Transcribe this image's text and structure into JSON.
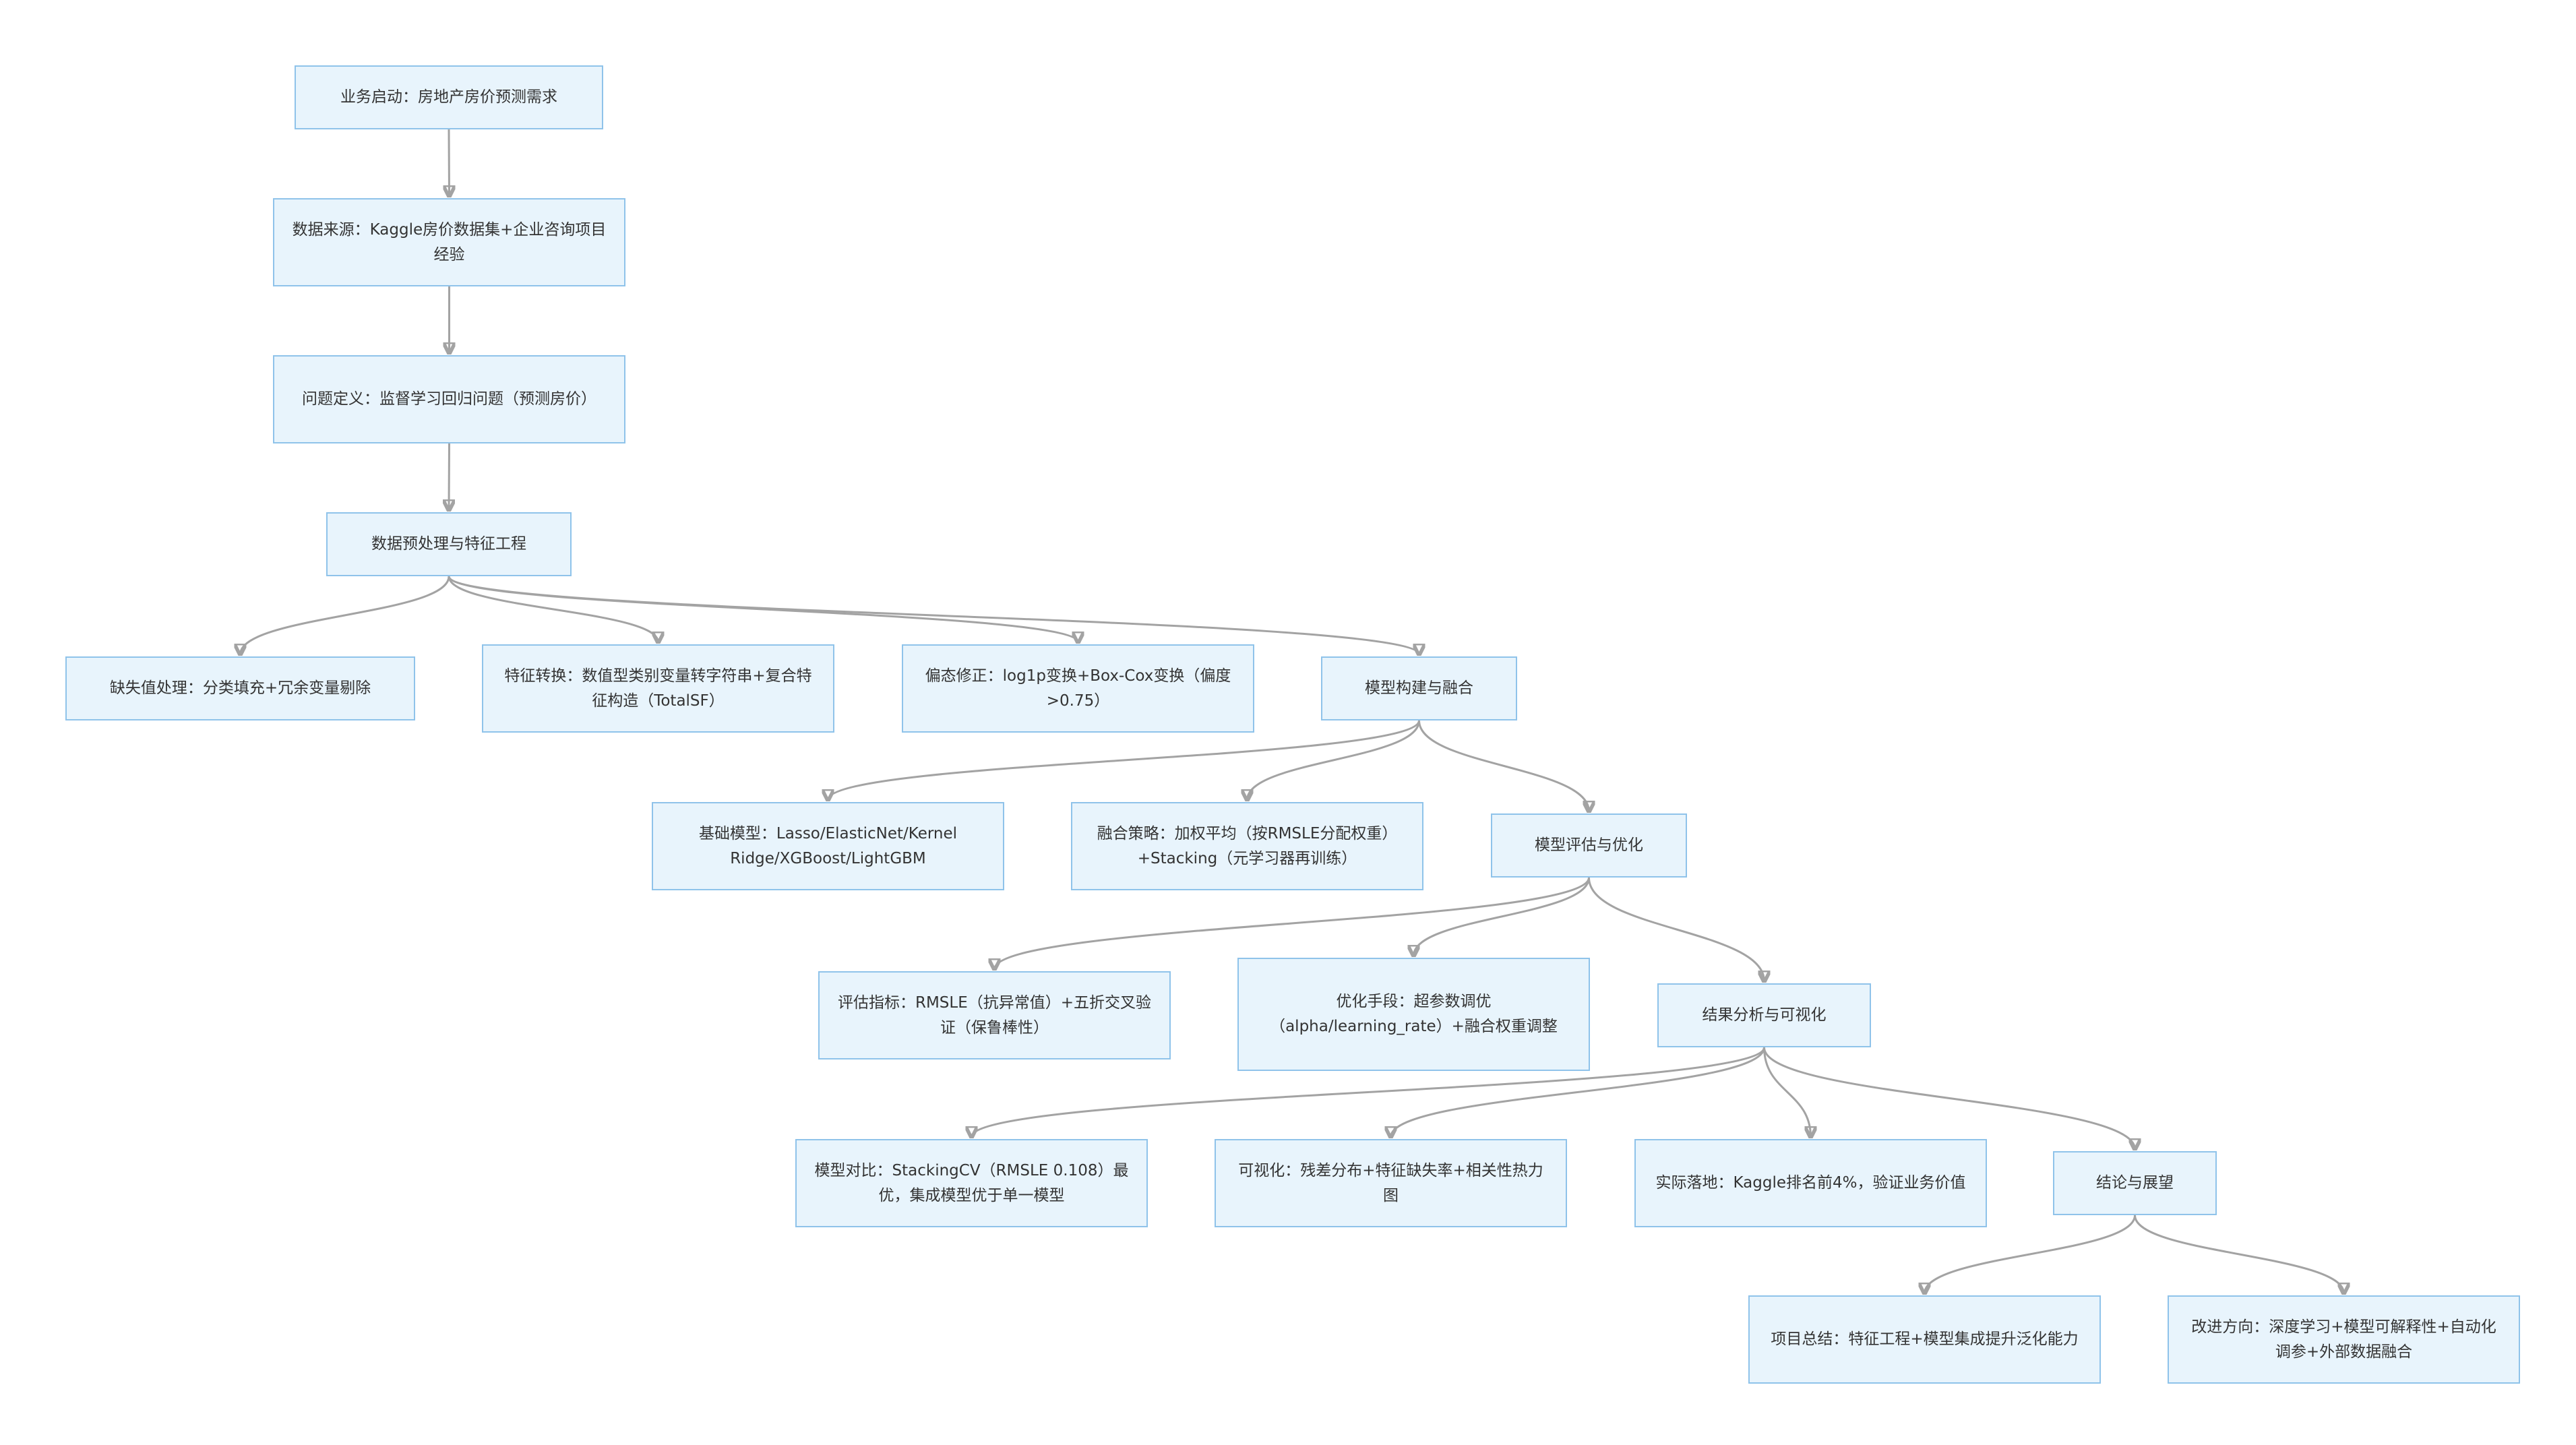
{
  "nodes": [
    {
      "id": "n1",
      "label": "业务启动：房地产房价预测需求"
    },
    {
      "id": "n2",
      "label": "数据来源：Kaggle房价数据集+企业咨询项目经验"
    },
    {
      "id": "n3",
      "label": "问题定义：监督学习回归问题（预测房价）"
    },
    {
      "id": "n4",
      "label": "数据预处理与特征工程"
    },
    {
      "id": "n5",
      "label": "缺失值处理：分类填充+冗余变量剔除"
    },
    {
      "id": "n6",
      "label": "特征转换：数值型类别变量转字符串+复合特征构造（TotalSF）"
    },
    {
      "id": "n7",
      "label": "偏态修正：log1p变换+Box-Cox变换（偏度>0.75）"
    },
    {
      "id": "n8",
      "label": "模型构建与融合"
    },
    {
      "id": "n9",
      "label": "基础模型：Lasso/ElasticNet/Kernel Ridge/XGBoost/LightGBM"
    },
    {
      "id": "n10",
      "label": "融合策略：加权平均（按RMSLE分配权重）+Stacking（元学习器再训练）"
    },
    {
      "id": "n11",
      "label": "模型评估与优化"
    },
    {
      "id": "n12",
      "label": "评估指标：RMSLE（抗异常值）+五折交叉验证（保鲁棒性）"
    },
    {
      "id": "n13",
      "label": "优化手段：超参数调优（alpha/learning_rate）+融合权重调整"
    },
    {
      "id": "n14",
      "label": "结果分析与可视化"
    },
    {
      "id": "n15",
      "label": "模型对比：StackingCV（RMSLE 0.108）最优，集成模型优于单一模型"
    },
    {
      "id": "n16",
      "label": "可视化：残差分布+特征缺失率+相关性热力图"
    },
    {
      "id": "n17",
      "label": "实际落地：Kaggle排名前4%，验证业务价值"
    },
    {
      "id": "n18",
      "label": "结论与展望"
    },
    {
      "id": "n19",
      "label": "项目总结：特征工程+模型集成提升泛化能力"
    },
    {
      "id": "n20",
      "label": "改进方向：深度学习+模型可解释性+自动化调参+外部数据融合"
    }
  ],
  "edges": [
    [
      "n1",
      "n2"
    ],
    [
      "n2",
      "n3"
    ],
    [
      "n3",
      "n4"
    ],
    [
      "n4",
      "n5"
    ],
    [
      "n4",
      "n6"
    ],
    [
      "n4",
      "n7"
    ],
    [
      "n4",
      "n8"
    ],
    [
      "n8",
      "n9"
    ],
    [
      "n8",
      "n10"
    ],
    [
      "n8",
      "n11"
    ],
    [
      "n11",
      "n12"
    ],
    [
      "n11",
      "n13"
    ],
    [
      "n11",
      "n14"
    ],
    [
      "n14",
      "n15"
    ],
    [
      "n14",
      "n16"
    ],
    [
      "n14",
      "n17"
    ],
    [
      "n14",
      "n18"
    ],
    [
      "n18",
      "n19"
    ],
    [
      "n18",
      "n20"
    ]
  ]
}
